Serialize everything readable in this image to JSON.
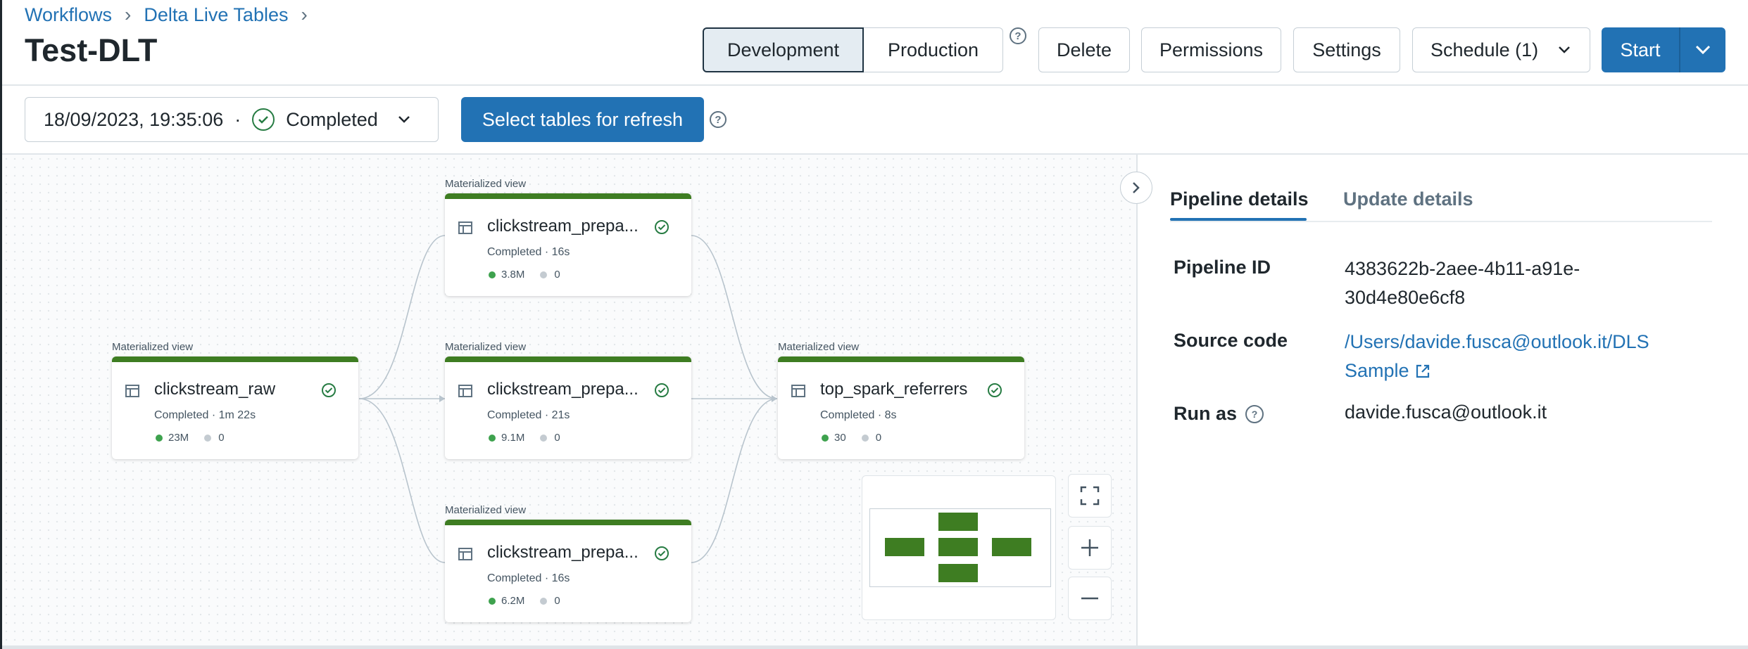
{
  "breadcrumbs": [
    "Workflows",
    "Delta Live Tables"
  ],
  "page_title": "Test-DLT",
  "header": {
    "development_label": "Development",
    "production_label": "Production",
    "delete_label": "Delete",
    "permissions_label": "Permissions",
    "settings_label": "Settings",
    "schedule_label": "Schedule (1)",
    "start_label": "Start"
  },
  "toolbar": {
    "run_timestamp": "18/09/2023, 19:35:06",
    "run_separator": "·",
    "run_status": "Completed",
    "refresh_button": "Select tables for refresh"
  },
  "graph": {
    "nodes": [
      {
        "type": "Materialized view",
        "name": "clickstream_raw",
        "status": "Completed · 1m 22s",
        "rows": "23M",
        "errors": "0"
      },
      {
        "type": "Materialized view",
        "name": "clickstream_prepa...",
        "status": "Completed · 16s",
        "rows": "3.8M",
        "errors": "0"
      },
      {
        "type": "Materialized view",
        "name": "clickstream_prepa...",
        "status": "Completed · 21s",
        "rows": "9.1M",
        "errors": "0"
      },
      {
        "type": "Materialized view",
        "name": "clickstream_prepa...",
        "status": "Completed · 16s",
        "rows": "6.2M",
        "errors": "0"
      },
      {
        "type": "Materialized view",
        "name": "top_spark_referrers",
        "status": "Completed · 8s",
        "rows": "30",
        "errors": "0"
      }
    ]
  },
  "details": {
    "tabs": [
      "Pipeline details",
      "Update details"
    ],
    "pipeline_id_label": "Pipeline ID",
    "pipeline_id_line1": "4383622b-2aee-4b11-a91e-",
    "pipeline_id_line2": "30d4e80e6cf8",
    "source_code_label": "Source code",
    "source_code_line1": "/Users/davide.fusca@outlook.it/DLS",
    "source_code_line2": "Sample",
    "run_as_label": "Run as",
    "run_as_value": "davide.fusca@outlook.it"
  },
  "colors": {
    "primary": "#2272b4",
    "node_accent": "#3e7d22",
    "success": "#277c43"
  }
}
